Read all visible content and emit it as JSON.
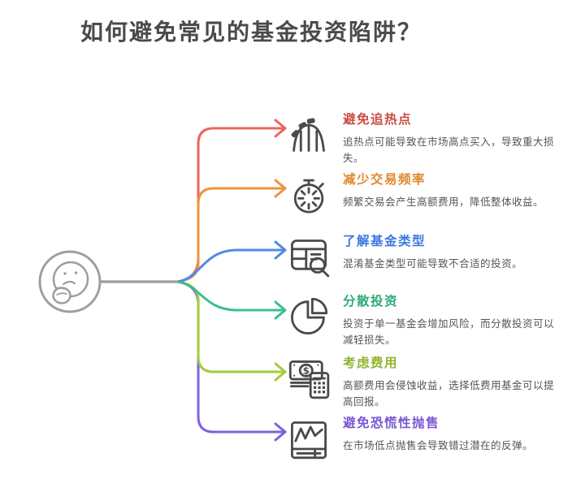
{
  "page": {
    "title": "如何避免常见的基金投资陷阱？",
    "title_color": "#4a4a4a",
    "background": "#ffffff"
  },
  "center": {
    "icon": "thinking-face-icon",
    "stroke_color": "#9e9e9e",
    "connector_color": "#9b9b9b"
  },
  "icon_ink_color": "#4a4a4a",
  "description_color": "#555555",
  "branches": [
    {
      "icon": "roller-coaster-icon",
      "title": "避免追热点",
      "desc": "追热点可能导致在市场高点买入，导致重大损失。",
      "title_color": "#cb4a40",
      "line_color": "#ec655c"
    },
    {
      "icon": "stopwatch-icon",
      "title": "减少交易频率",
      "desc": "频繁交易会产生高额费用，降低整体收益。",
      "title_color": "#e0882e",
      "line_color": "#f0923c"
    },
    {
      "icon": "fund-type-search-icon",
      "title": "了解基金类型",
      "desc": "混淆基金类型可能导致不合适的投资。",
      "title_color": "#3c78dd",
      "line_color": "#5289e8"
    },
    {
      "icon": "pie-chart-icon",
      "title": "分散投资",
      "desc": "投资于单一基金会增加风险，而分散投资可以减轻损失。",
      "title_color": "#2fa877",
      "line_color": "#38c08e"
    },
    {
      "icon": "money-calculator-icon",
      "title": "考虑费用",
      "desc": "高额费用会侵蚀收益，选择低费用基金可以提高回报。",
      "title_color": "#8fb52e",
      "line_color": "#a2cc3a"
    },
    {
      "icon": "panic-sell-chart-icon",
      "title": "避免恐慌性抛售",
      "desc": "在市场低点抛售会导致错过潜在的反弹。",
      "title_color": "#7a55d4",
      "line_color": "#7f60e0"
    }
  ]
}
